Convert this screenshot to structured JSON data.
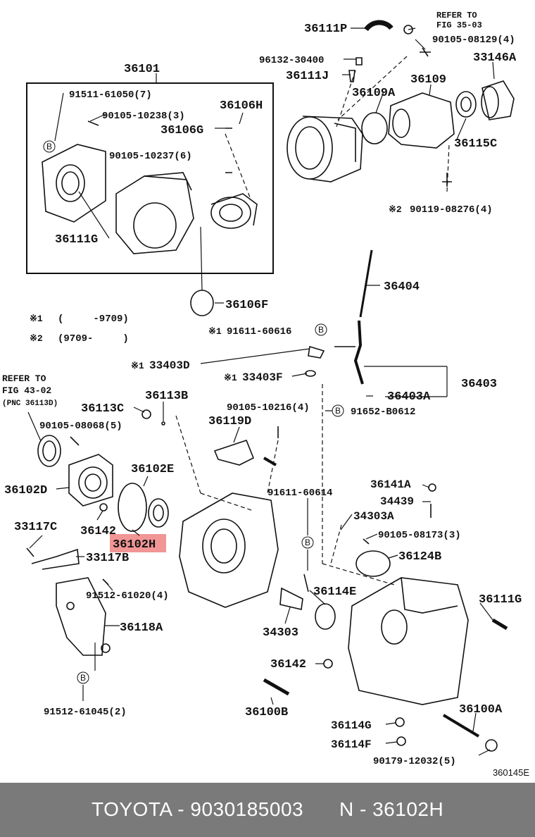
{
  "labels": {
    "l36111P": "36111P",
    "refer35a": "REFER TO",
    "refer35b": "FIG 35-03",
    "l90105_08129": "90105-08129(4)",
    "l96132_30400": "96132-30400",
    "l33146A": "33146A",
    "l36111J": "36111J",
    "l36109": "36109",
    "l36109A": "36109A",
    "l36115C": "36115C",
    "l90119_08276": "90119-08276(4)",
    "l36101": "36101",
    "l91511_61050": "91511-61050(7)",
    "l90105_10238": "90105-10238(3)",
    "l36106H": "36106H",
    "l36106G": "36106G",
    "l90105_10237": "90105-10237(6)",
    "l36111G_top": "36111G",
    "l36106F": "36106F",
    "l36404": "36404",
    "mark1_range": "(     -9709)",
    "mark2_range": "(9709-     )",
    "l91611_60616": "91611-60616",
    "l33403D": "33403D",
    "l33403F": "33403F",
    "l36403": "36403",
    "l36403A": "36403A",
    "refer43a": "REFER TO",
    "refer43b": "FIG 43-02",
    "refer43c": "(PNC 36113D)",
    "l36113B": "36113B",
    "l36113C": "36113C",
    "l90105_10216": "90105-10216(4)",
    "l91652_B0612": "91652-B0612",
    "l90105_08068": "90105-08068(5)",
    "l36119D": "36119D",
    "l36102E": "36102E",
    "l36102D": "36102D",
    "l91611_60614": "91611-60614",
    "l36141A": "36141A",
    "l34439": "34439",
    "l34303A": "34303A",
    "l33117C": "33117C",
    "l36142_left": "36142",
    "l36102H": "36102H",
    "l90105_08173": "90105-08173(3)",
    "l33117B": "33117B",
    "l36124B": "36124B",
    "l91512_61020": "91512-61020(4)",
    "l36114E": "36114E",
    "l36111G_right": "36111G",
    "l36118A": "36118A",
    "l34303": "34303",
    "l36142_bottom": "36142",
    "l91512_61045": "91512-61045(2)",
    "l36100B": "36100B",
    "l36100A": "36100A",
    "l36114G": "36114G",
    "l36114F": "36114F",
    "l90179_12032": "90179-12032(5)"
  },
  "markers": {
    "star1": "※1",
    "star2": "※2",
    "bolt_ref": "B"
  },
  "figure_code": "360145E",
  "footer": {
    "brand_part": "TOYOTA - 9030185003",
    "pnc": "N - 36102H"
  },
  "colors": {
    "highlight": "#f08a8a",
    "footer_bg": "#7a7a7a"
  }
}
